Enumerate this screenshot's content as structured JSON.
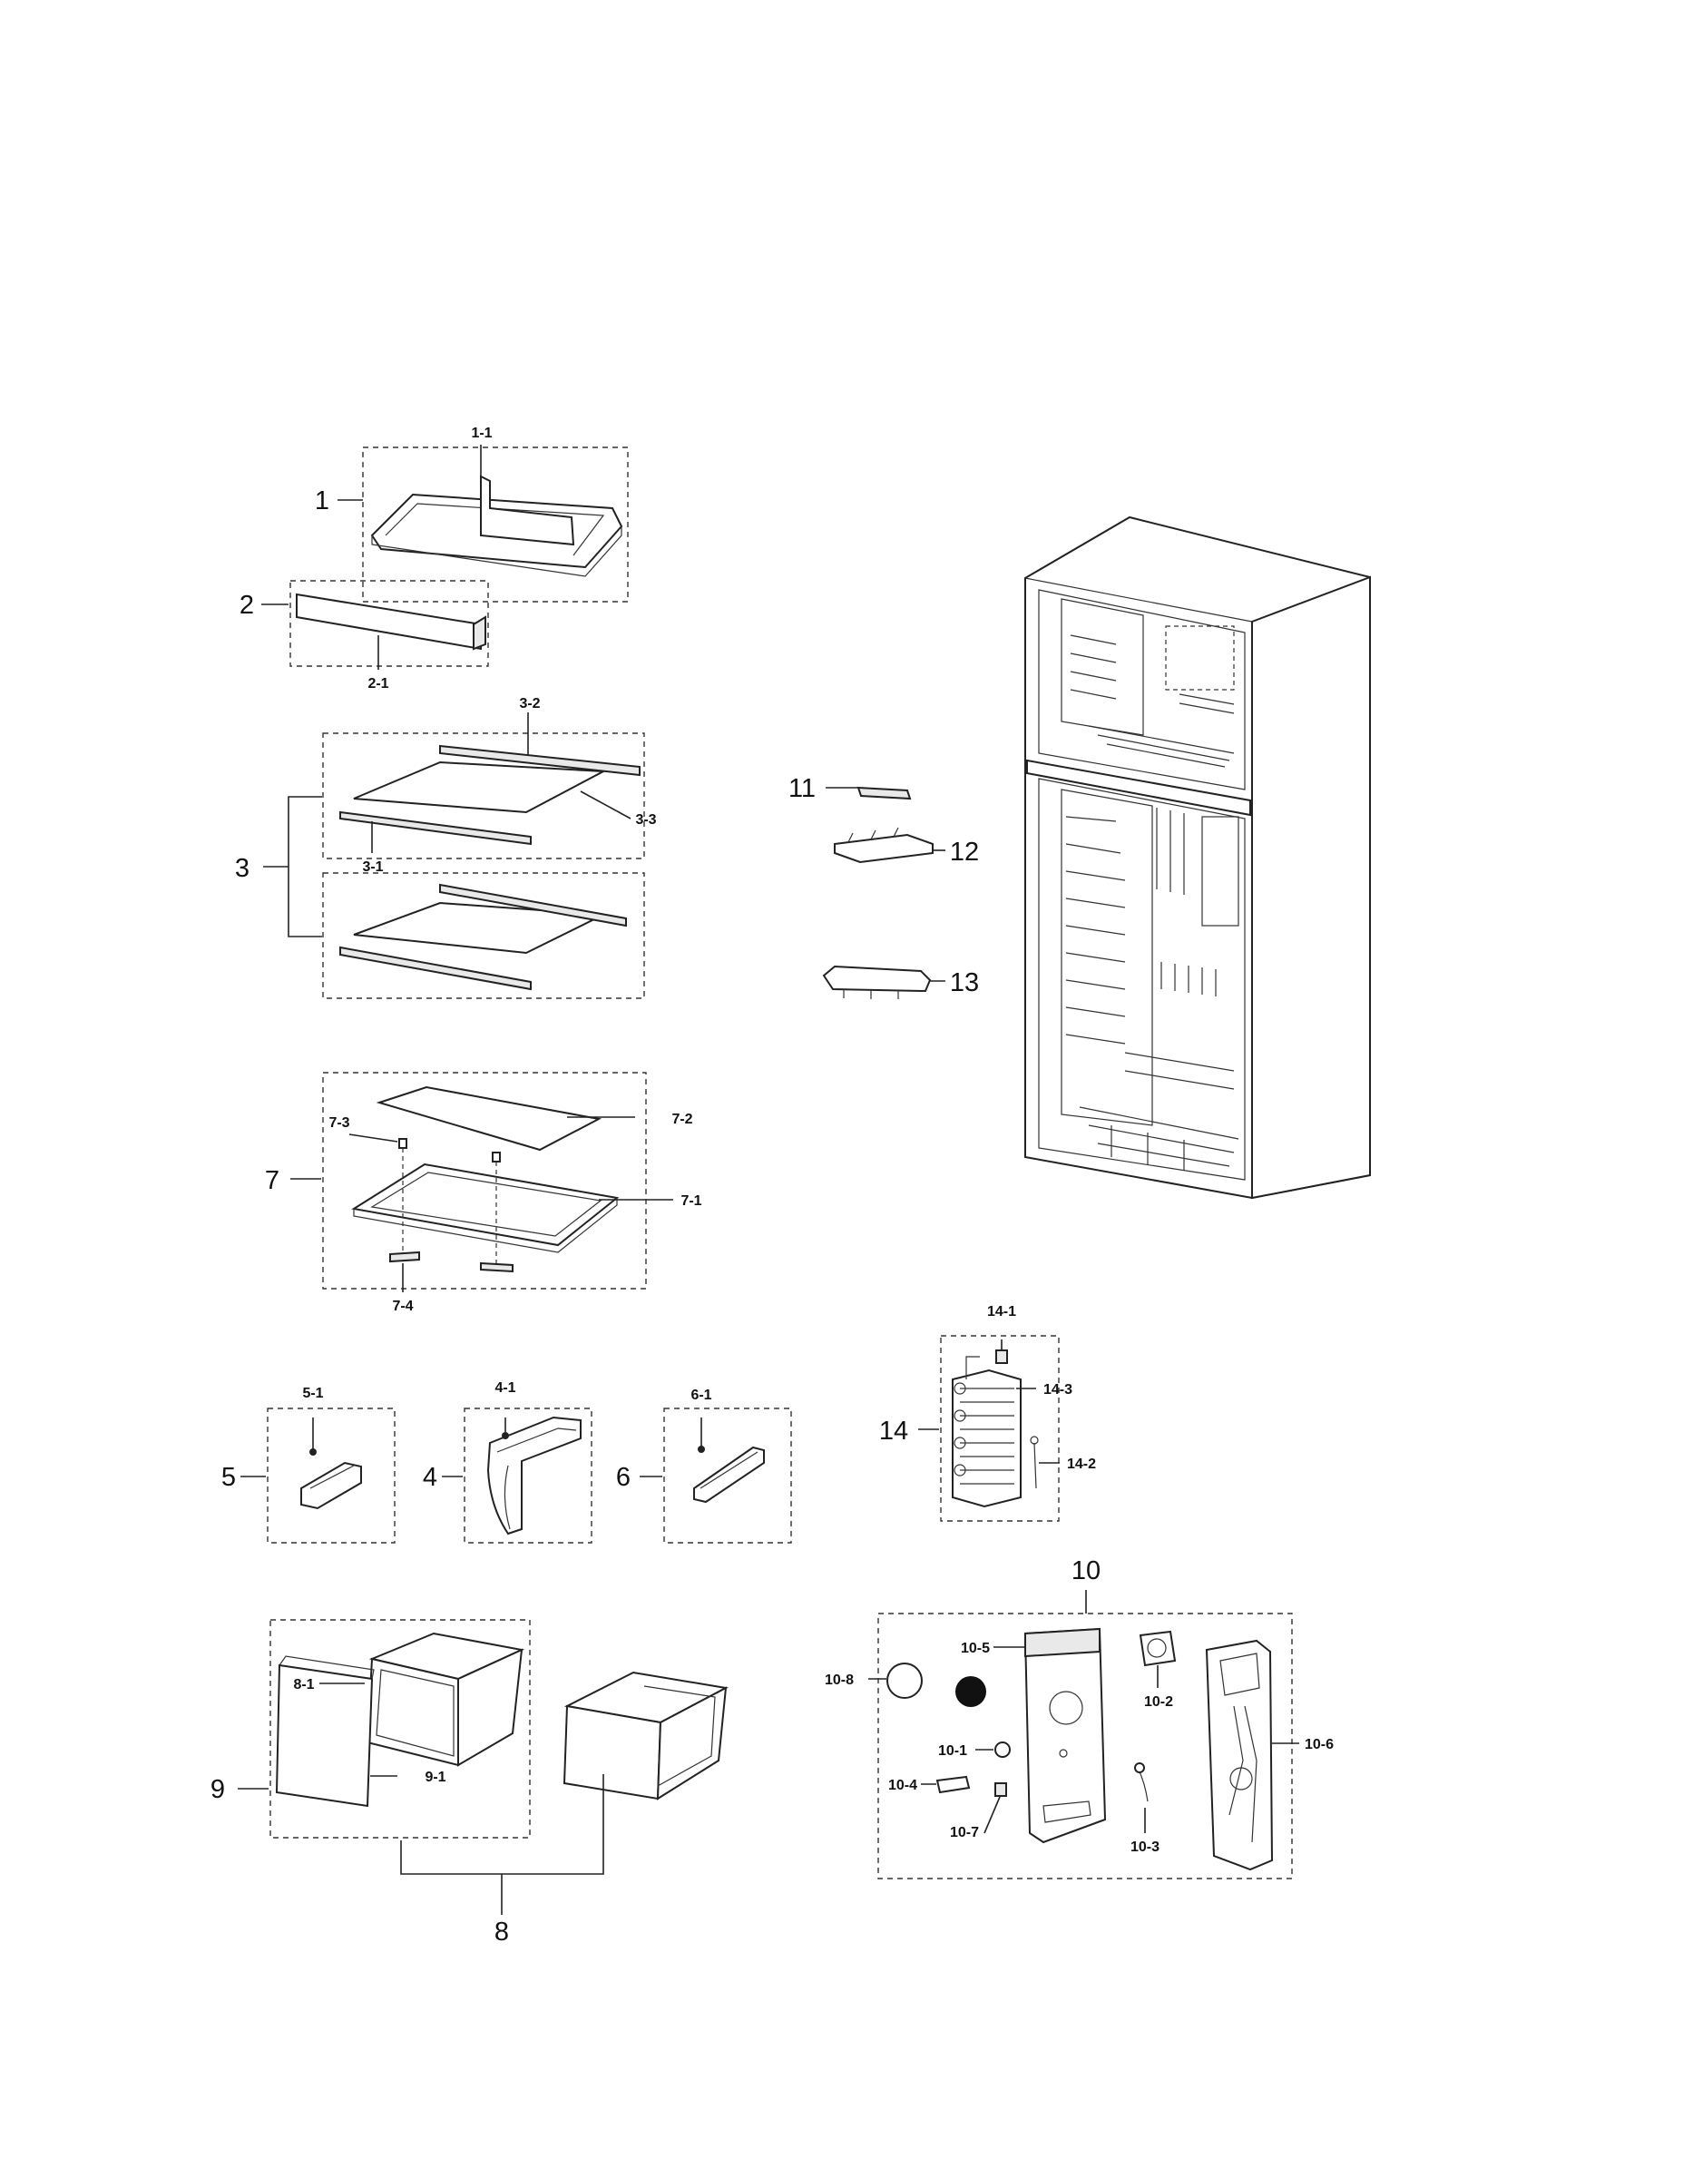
{
  "labels": {
    "p1": "1",
    "p1_1": "1-1",
    "p2": "2",
    "p2_1": "2-1",
    "p3": "3",
    "p3_1": "3-1",
    "p3_2": "3-2",
    "p3_3": "3-3",
    "p4": "4",
    "p4_1": "4-1",
    "p5": "5",
    "p5_1": "5-1",
    "p6": "6",
    "p6_1": "6-1",
    "p7": "7",
    "p7_1": "7-1",
    "p7_2": "7-2",
    "p7_3": "7-3",
    "p7_4": "7-4",
    "p8": "8",
    "p8_1": "8-1",
    "p9": "9",
    "p9_1": "9-1",
    "p10": "10",
    "p10_1": "10-1",
    "p10_2": "10-2",
    "p10_3": "10-3",
    "p10_4": "10-4",
    "p10_5": "10-5",
    "p10_6": "10-6",
    "p10_7": "10-7",
    "p10_8": "10-8",
    "p11": "11",
    "p12": "12",
    "p13": "13",
    "p14": "14",
    "p14_1": "14-1",
    "p14_2": "14-2",
    "p14_3": "14-3"
  }
}
